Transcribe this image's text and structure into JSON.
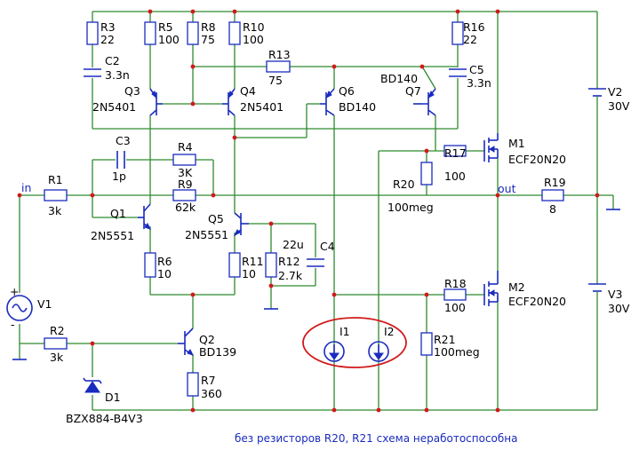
{
  "labels": {
    "R1": "R1",
    "R1v": "3k",
    "R2": "R2",
    "R2v": "3k",
    "R3": "R3",
    "R3v": "22",
    "R4": "R4",
    "R4v": "3K",
    "R5": "R5",
    "R5v": "100",
    "R6": "R6",
    "R6v": "10",
    "R7": "R7",
    "R7v": "360",
    "R8": "R8",
    "R8v": "75",
    "R9": "R9",
    "R9v": "62k",
    "R10": "R10",
    "R10v": "100",
    "R11": "R11",
    "R11v": "10",
    "R12": "R12",
    "R12v": "2.7k",
    "R13": "R13",
    "R13v": "75",
    "R16": "R16",
    "R16v": "22",
    "R17": "R17",
    "R17v": "100",
    "R18": "R18",
    "R18v": "100",
    "R19": "R19",
    "R19v": "8",
    "R20": "R20",
    "R20v": "100meg",
    "R21": "R21",
    "R21v": "100meg",
    "C2": "C2",
    "C2v": "3.3n",
    "C3": "C3",
    "C3v": "1p",
    "C4": "C4",
    "C4v": "22u",
    "C5": "C5",
    "C5v": "3.3n",
    "Q1": "Q1",
    "Q1t": "2N5551",
    "Q2": "Q2",
    "Q2t": "BD139",
    "Q3": "Q3",
    "Q3t": "2N5401",
    "Q4": "Q4",
    "Q4t": "2N5401",
    "Q5": "Q5",
    "Q5t": "2N5551",
    "Q6": "Q6",
    "Q6t": "BD140",
    "Q7": "Q7",
    "Q7t": "BD140",
    "M1": "M1",
    "M1t": "ECF20N20",
    "M2": "M2",
    "M2t": "ECF20N20",
    "V1": "V1",
    "V2": "V2",
    "V2v": "30V",
    "V3": "V3",
    "V3v": "30V",
    "I1": "I1",
    "I2": "I2",
    "D1t": "BZX884-B4V3",
    "D1": "D1",
    "net_in": "in",
    "net_out": "out",
    "plus": "+",
    "minus": "-"
  },
  "note": "без резисторов R20, R21 схема неработоспособна",
  "colors": {
    "wire": "#2f8a2f",
    "component": "#1a2bbf",
    "junction": "#d11a1a",
    "highlight": "#d11a1a"
  }
}
